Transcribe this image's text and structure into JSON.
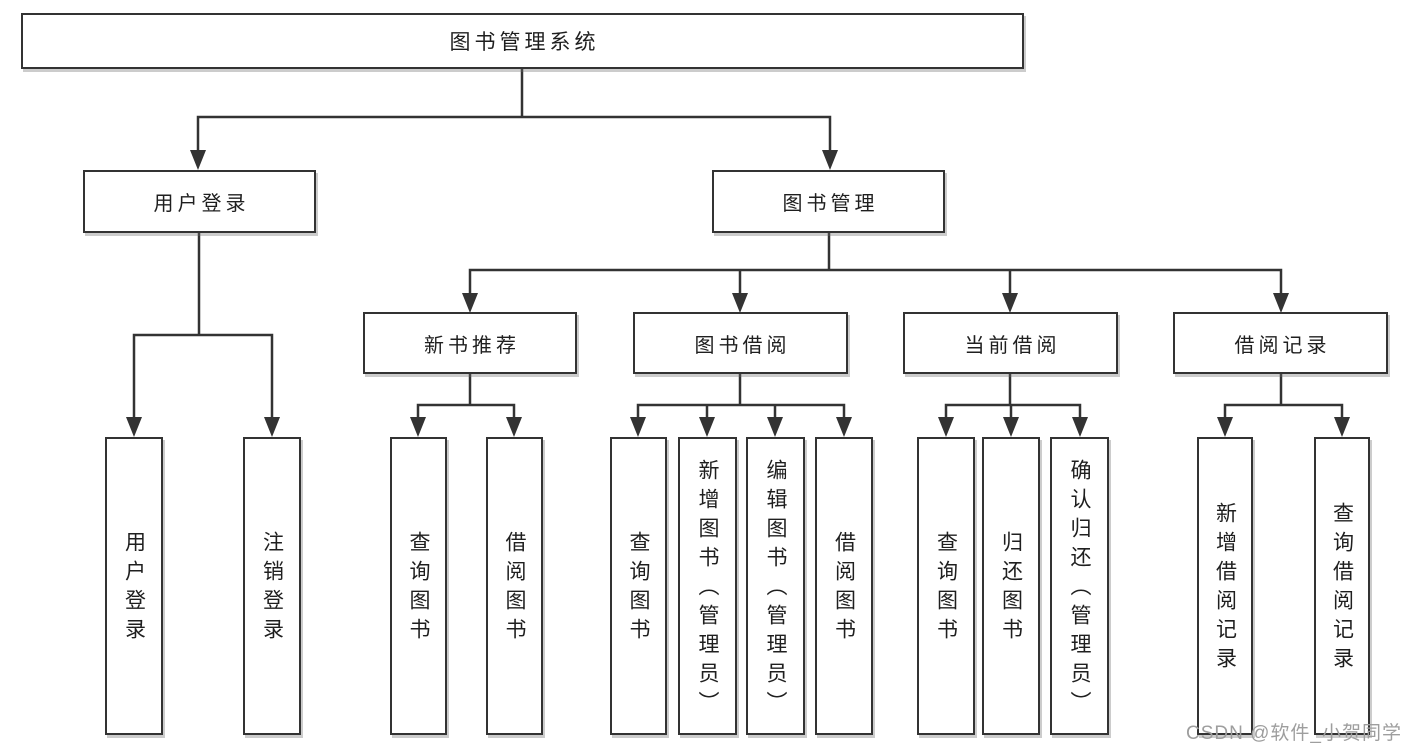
{
  "tree": {
    "root": {
      "label": "图书管理系统",
      "children": [
        {
          "label": "用户登录",
          "children": [
            {
              "label": "用户登录"
            },
            {
              "label": "注销登录"
            }
          ]
        },
        {
          "label": "图书管理",
          "children": [
            {
              "label": "新书推荐",
              "children": [
                {
                  "label": "查询图书"
                },
                {
                  "label": "借阅图书"
                }
              ]
            },
            {
              "label": "图书借阅",
              "children": [
                {
                  "label": "查询图书"
                },
                {
                  "label": "新增图书（管理员）"
                },
                {
                  "label": "编辑图书（管理员）"
                },
                {
                  "label": "借阅图书"
                }
              ]
            },
            {
              "label": "当前借阅",
              "children": [
                {
                  "label": "查询图书"
                },
                {
                  "label": "归还图书"
                },
                {
                  "label": "确认归还（管理员）"
                }
              ]
            },
            {
              "label": "借阅记录",
              "children": [
                {
                  "label": "新增借阅记录"
                },
                {
                  "label": "查询借阅记录"
                }
              ]
            }
          ]
        }
      ]
    }
  },
  "watermark": "CSDN @软件_小贺同学",
  "colors": {
    "line": "#333333",
    "box_border": "#333333",
    "text": "#1f1f1f",
    "background": "#ffffff",
    "watermark": "#9e9e9e"
  }
}
